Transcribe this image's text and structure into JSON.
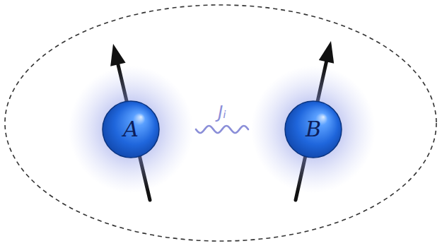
{
  "diagram": {
    "nodes": [
      {
        "text": [
          "A"
        ]
      },
      {
        "text": [
          "B"
        ]
      }
    ],
    "edges": [
      {
        "from": 0,
        "to": 1,
        "arrow": "none",
        "label": "Jᵢ"
      }
    ]
  }
}
